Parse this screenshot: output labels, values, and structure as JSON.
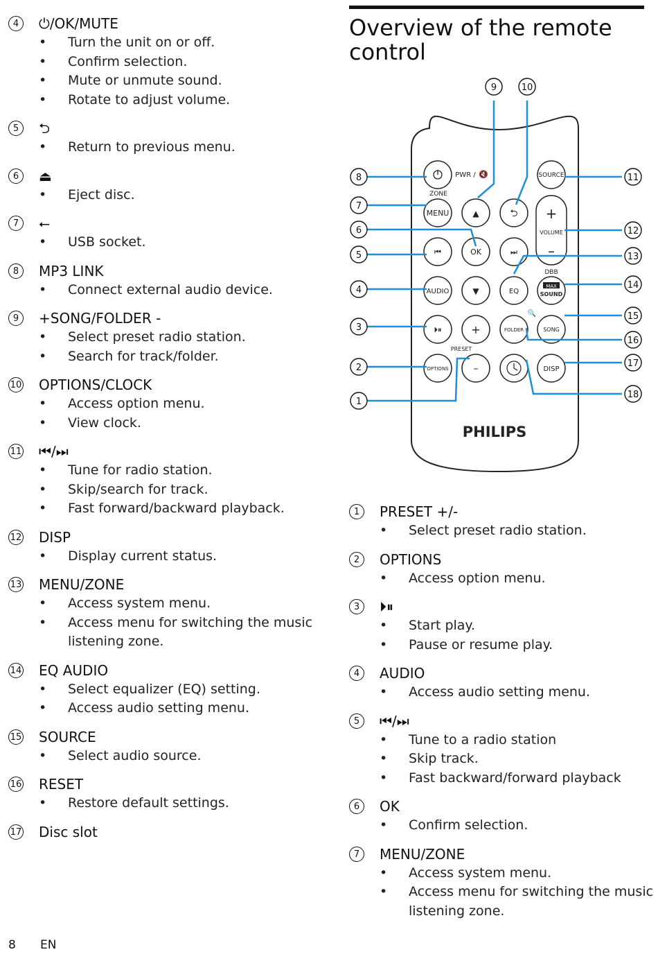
{
  "left_items": [
    {
      "num": "4",
      "label": "⏻/OK/MUTE",
      "bullets": [
        "Turn the unit on or off.",
        "Confirm selection.",
        "Mute or unmute sound.",
        "Rotate to adjust volume."
      ]
    },
    {
      "num": "5",
      "label": "⮌",
      "bullets": [
        "Return to previous menu."
      ]
    },
    {
      "num": "6",
      "label": "⏏",
      "bullets": [
        "Eject disc."
      ]
    },
    {
      "num": "7",
      "label": "⭠",
      "bullets": [
        "USB socket."
      ]
    },
    {
      "num": "8",
      "label": "MP3 LINK",
      "bullets": [
        "Connect external audio device."
      ]
    },
    {
      "num": "9",
      "label": "+SONG/FOLDER -",
      "bullets": [
        "Select preset radio station.",
        "Search for track/folder."
      ]
    },
    {
      "num": "10",
      "label": "OPTIONS/CLOCK",
      "bullets": [
        "Access option menu.",
        "View clock."
      ]
    },
    {
      "num": "11",
      "label": "⏮/⏭",
      "bullets": [
        "Tune for radio station.",
        "Skip/search for track.",
        "Fast forward/backward playback."
      ]
    },
    {
      "num": "12",
      "label": "DISP",
      "bullets": [
        "Display current status."
      ]
    },
    {
      "num": "13",
      "label": "MENU/ZONE",
      "bullets": [
        "Access system menu.",
        "Access menu for switching the music",
        "listening zone."
      ]
    },
    {
      "num": "14",
      "label": "EQ AUDIO",
      "bullets": [
        "Select equalizer (EQ) setting.",
        "Access audio setting menu."
      ]
    },
    {
      "num": "15",
      "label": "SOURCE",
      "bullets": [
        "Select audio source."
      ]
    },
    {
      "num": "16",
      "label": "RESET",
      "bullets": [
        "Restore default settings."
      ]
    },
    {
      "num": "17",
      "label": "Disc slot",
      "bullets": []
    }
  ],
  "right_title": "Overview of the remote control",
  "right_items": [
    {
      "num": "1",
      "label": "PRESET +/-",
      "bullets": [
        "Select preset radio station."
      ]
    },
    {
      "num": "2",
      "label": "OPTIONS",
      "bullets": [
        "Access option menu."
      ]
    },
    {
      "num": "3",
      "label": "⏵⏸",
      "bullets": [
        "Start play.",
        "Pause or resume play."
      ]
    },
    {
      "num": "4",
      "label": "AUDIO",
      "bullets": [
        "Access audio setting menu."
      ]
    },
    {
      "num": "5",
      "label": "⏮/⏭",
      "bullets": [
        "Tune to a radio station",
        "Skip track.",
        "Fast backward/forward playback"
      ]
    },
    {
      "num": "6",
      "label": "OK",
      "bullets": [
        "Confirm selection."
      ]
    },
    {
      "num": "7",
      "label": "MENU/ZONE",
      "bullets": [
        "Access system menu.",
        "Access menu for switching the music",
        "listening zone."
      ]
    }
  ],
  "remote": {
    "brand": "PHILIPS",
    "callouts_left": [
      "8",
      "7",
      "6",
      "5",
      "4",
      "3",
      "2",
      "1"
    ],
    "callouts_right": [
      "11",
      "12",
      "13",
      "14",
      "15",
      "16",
      "17",
      "18"
    ],
    "callouts_top": [
      "9",
      "10"
    ],
    "buttons": {
      "pwr": "PWR /",
      "zone": "ZONE",
      "menu": "MENU",
      "source": "SOURCE",
      "volume": "VOLUME",
      "ok": "OK",
      "dbb": "DBB",
      "audio": "AUDIO",
      "eq": "EQ",
      "max": "MAX",
      "sound": "SOUND",
      "folder": "FOLDER",
      "song": "SONG",
      "preset": "PRESET",
      "options": "OPTIONS",
      "disp": "DISP",
      "plus": "+",
      "minus": "–"
    },
    "accent": "#1e8fd6"
  },
  "footer": {
    "page": "8",
    "lang": "EN"
  }
}
